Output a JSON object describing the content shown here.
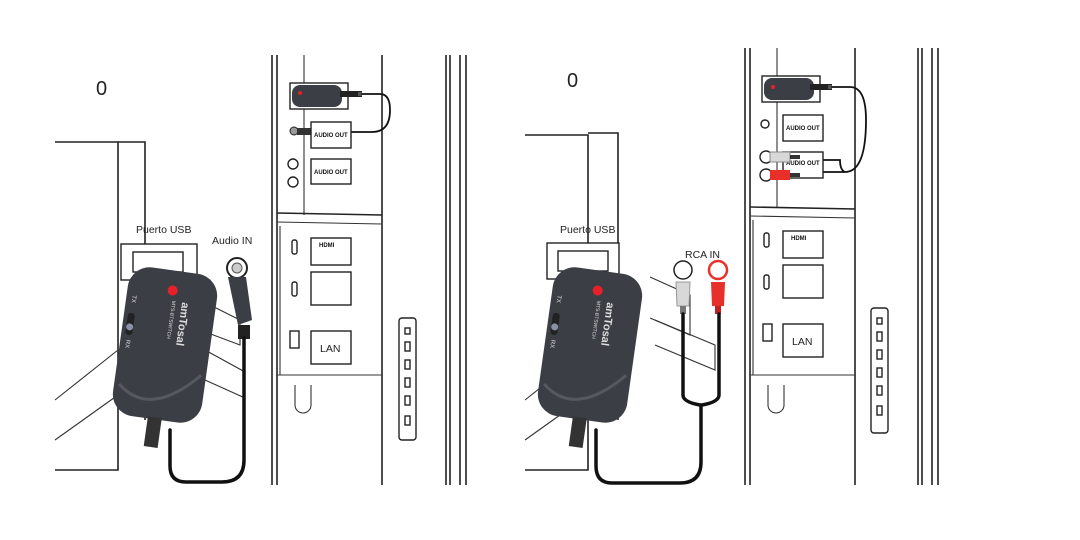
{
  "colors": {
    "device": "#3b3e44",
    "led": "#e8202a",
    "rca_red": "#e8302a",
    "rca_white": "#d8d8d8",
    "cable": "#111111"
  },
  "panels": [
    {
      "mark": "0",
      "usb_label": "Puerto USB",
      "input_label": "Audio IN",
      "ports": {
        "audio_out_1": "AUDIO OUT",
        "audio_out_2": "AUDIO OUT",
        "hdmi": "HDMI",
        "lan": "LAN"
      },
      "device": {
        "brand": "amTosal",
        "model": "MTS-BTSWITCH",
        "tx": "TX",
        "rx": "RX"
      }
    },
    {
      "mark": "0",
      "usb_label": "Puerto USB",
      "input_label": "RCA IN",
      "ports": {
        "audio_out_1": "AUDIO OUT",
        "audio_out_2": "AUDIO OUT",
        "hdmi": "HDMI",
        "lan": "LAN"
      },
      "device": {
        "brand": "amTosal",
        "model": "MTS-BTSWITCH",
        "tx": "TX",
        "rx": "RX"
      }
    }
  ]
}
